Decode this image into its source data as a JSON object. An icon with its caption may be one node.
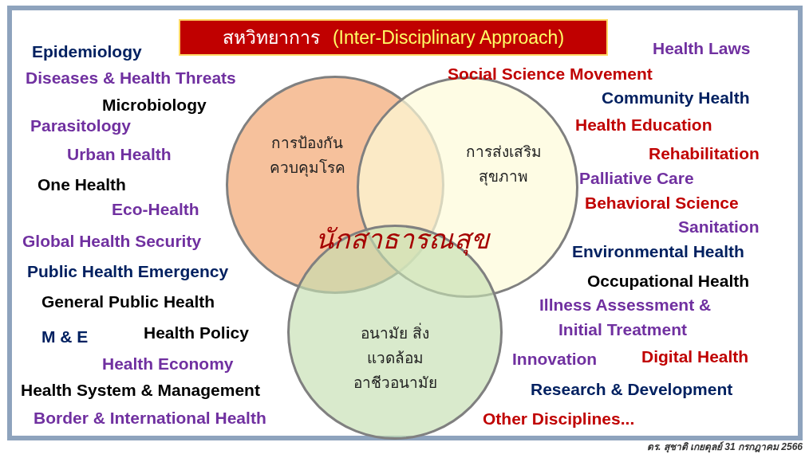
{
  "diagram": {
    "nodes": [
      {
        "text": [
          "สหวิทยาการ",
          "(Inter-Disciplinary Approach)"
        ]
      },
      {
        "text": [
          "การป้องกัน ควบคุมโรค"
        ]
      },
      {
        "text": [
          "การส่งเสริม สุขภาพ"
        ]
      },
      {
        "text": [
          "อนามัย สิ่งแวดล้อม อาชีวอนามัย"
        ]
      }
    ],
    "labels": [
      "Epidemiology",
      "Diseases & Health Threats",
      "Microbiology",
      "Parasitology",
      "Urban Health",
      "One Health",
      "Eco-Health",
      "Global Health Security",
      "Public Health Emergency",
      "General Public Health",
      "M & E",
      "Health Policy",
      "Health Economy",
      "Health System & Management",
      "Border & International Health",
      "Health Laws",
      "Social Science Movement",
      "Community Health",
      "Health Education",
      "Rehabilitation",
      "Palliative Care",
      "Behavioral Science",
      "Sanitation",
      "Environmental Health",
      "Occupational Health",
      "Illness Assessment &",
      "Initial Treatment",
      "Innovation",
      "Digital Health",
      "Research & Development",
      "Other Disciplines...",
      "นักสาธารณสุข",
      "ดร. สุชาติ เกยดุลย์ 31 กรกฎาคม 2566"
    ]
  }
}
